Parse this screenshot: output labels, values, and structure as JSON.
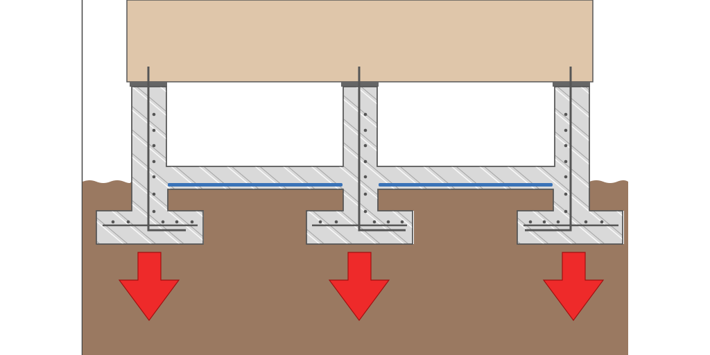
{
  "diagram": {
    "kind": "shallow-foundation-cross-section",
    "elements": [
      "building-wall",
      "foundation-walls",
      "concrete-floor-slab",
      "vapor-barrier",
      "footings",
      "rebar",
      "soil",
      "load-arrows"
    ],
    "footing_count": 3,
    "load_direction": "down",
    "colors": {
      "building": "#dfc6aa",
      "concrete": "#d9d9d9",
      "soil": "#9a7961",
      "barrier": "#3a73b8",
      "arrow": "#ee2a2a",
      "rebar": "#555555",
      "outline": "#555555",
      "background": "#ffffff"
    }
  }
}
